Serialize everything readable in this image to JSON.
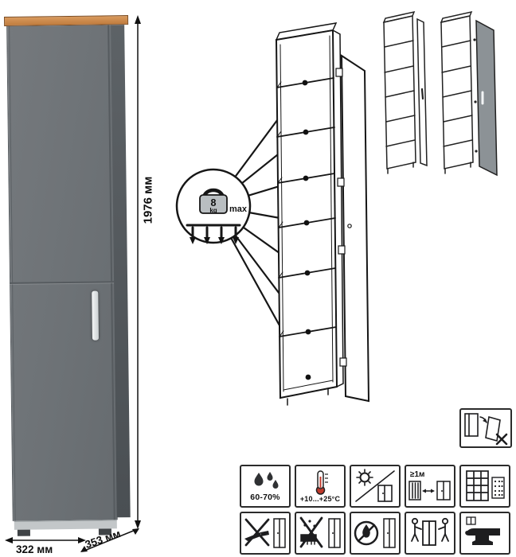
{
  "product": {
    "dimensions": {
      "height": "1976 мм",
      "width": "322 мм",
      "depth": "353 мм"
    },
    "shelf_load": {
      "value": "8",
      "unit": "kg",
      "qualifier": "max"
    }
  },
  "care": {
    "row1": [
      {
        "name": "humidity-icon",
        "label": "60-70%"
      },
      {
        "name": "temperature-icon",
        "label": "+10...+25°С"
      },
      {
        "name": "sun-shade-icon",
        "label": ""
      },
      {
        "name": "heat-distance-icon",
        "label": "≥1м"
      },
      {
        "name": "flat-surface-grid-icon",
        "label": ""
      }
    ],
    "row2": [
      {
        "name": "no-sharp-objects-icon"
      },
      {
        "name": "no-abrasive-cleaners-icon"
      },
      {
        "name": "no-open-flame-icon"
      },
      {
        "name": "carry-between-people-icon"
      },
      {
        "name": "no-heavy-impact-anvil-icon"
      }
    ]
  },
  "colors": {
    "cabinet_gray": "#6d7276",
    "cabinet_side": "#54595d",
    "wood_top": "#cb8647",
    "handle_white": "#eef0f1",
    "line_black": "#161616",
    "variant_door_gray": "#8c9296"
  }
}
